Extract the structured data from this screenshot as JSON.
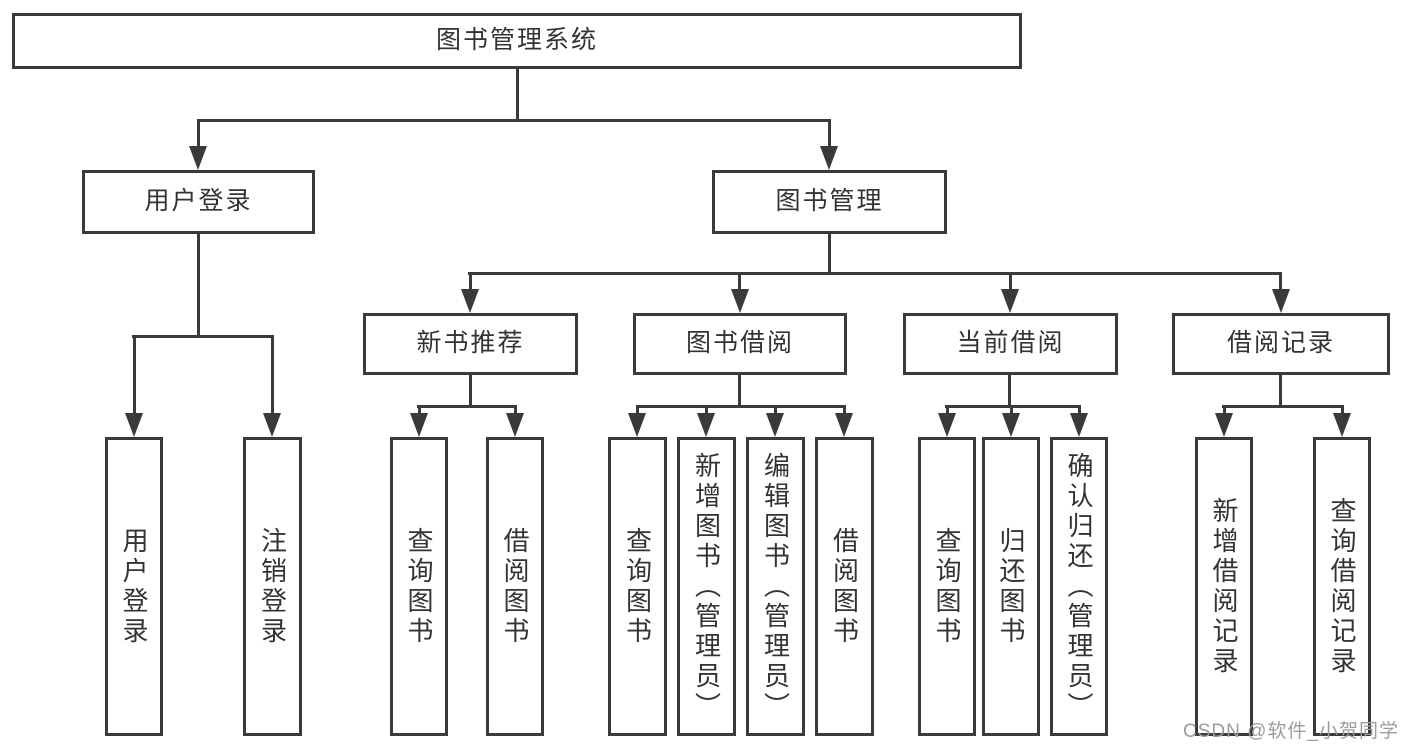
{
  "title": {
    "label": "图书管理系统"
  },
  "level2": [
    {
      "label": "用户登录"
    },
    {
      "label": "图书管理"
    }
  ],
  "level3": [
    {
      "label": "新书推荐"
    },
    {
      "label": "图书借阅"
    },
    {
      "label": "当前借阅"
    },
    {
      "label": "借阅记录"
    }
  ],
  "leaves": {
    "login": [
      {
        "label": "用户登录"
      },
      {
        "label": "注销登录"
      }
    ],
    "new_books": [
      {
        "label": "查询图书"
      },
      {
        "label": "借阅图书"
      }
    ],
    "book_borrow": [
      {
        "label": "查询图书"
      },
      {
        "label": "新增图书（管理员）"
      },
      {
        "label": "编辑图书（管理员）"
      },
      {
        "label": "借阅图书"
      }
    ],
    "current_borrow": [
      {
        "label": "查询图书"
      },
      {
        "label": "归还图书"
      },
      {
        "label": "确认归还（管理员）"
      }
    ],
    "borrow_records": [
      {
        "label": "新增借阅记录"
      },
      {
        "label": "查询借阅记录"
      }
    ]
  },
  "watermark": {
    "label": "CSDN @软件_小贺同学"
  },
  "colors": {
    "line": "#3a3a3a",
    "text": "#333333",
    "background": "#ffffff",
    "watermark": "#9c9c9c"
  }
}
